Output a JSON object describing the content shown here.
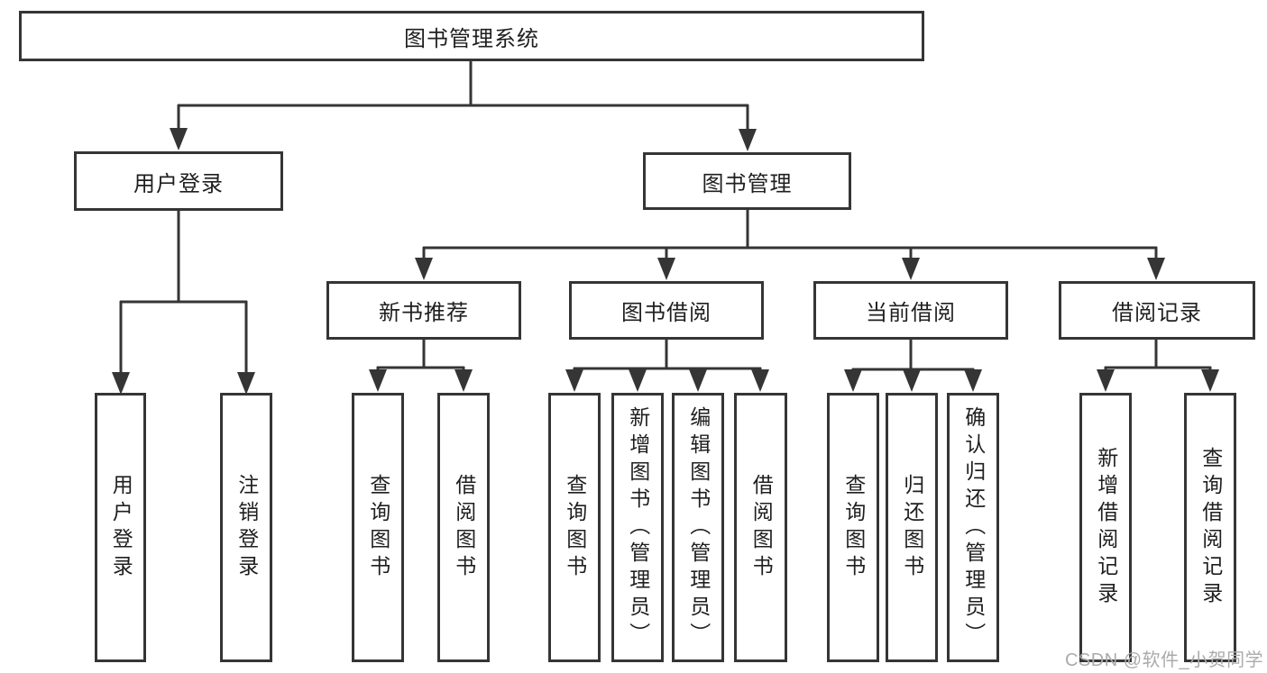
{
  "tree": {
    "label": "图书管理系统",
    "children": [
      {
        "label": "用户登录",
        "children": [
          {
            "label": "用户登录"
          },
          {
            "label": "注销登录"
          }
        ]
      },
      {
        "label": "图书管理",
        "children": [
          {
            "label": "新书推荐",
            "children": [
              {
                "label": "查询图书"
              },
              {
                "label": "借阅图书"
              }
            ]
          },
          {
            "label": "图书借阅",
            "children": [
              {
                "label": "查询图书"
              },
              {
                "label": "新增图书（管理员）"
              },
              {
                "label": "编辑图书（管理员）"
              },
              {
                "label": "借阅图书"
              }
            ]
          },
          {
            "label": "当前借阅",
            "children": [
              {
                "label": "查询图书"
              },
              {
                "label": "归还图书"
              },
              {
                "label": "确认归还（管理员）"
              }
            ]
          },
          {
            "label": "借阅记录",
            "children": [
              {
                "label": "新增借阅记录"
              },
              {
                "label": "查询借阅记录"
              }
            ]
          }
        ]
      }
    ]
  },
  "watermark": {
    "text": "CSDN @软件_小贺同学"
  },
  "colors": {
    "line": "#353535",
    "text": "#1f1f1f",
    "watermark": "#ababab",
    "background": "#ffffff"
  }
}
